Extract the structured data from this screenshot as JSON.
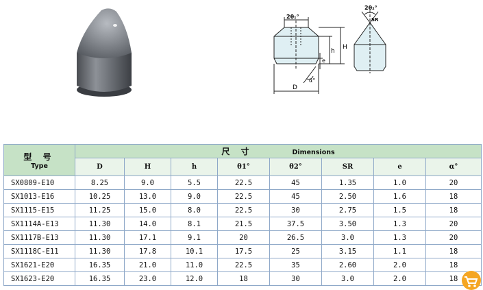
{
  "diagram": {
    "angle_label_1": "2θ₁°",
    "angle_label_2": "2θ₂°",
    "sr_label": "SR",
    "h_upper_label": "H",
    "h_lower_label": "h",
    "e_label": "e",
    "alpha_label": "α°",
    "d_label": "D"
  },
  "table": {
    "type_header_zh": "型 号",
    "type_header_en": "Type",
    "dims_header_zh": "尺 寸",
    "dims_header_en": "Dimensions",
    "columns": [
      "D",
      "H",
      "h",
      "θ1°",
      "θ2°",
      "SR",
      "e",
      "α°"
    ],
    "rows": [
      [
        "SX0809-E10",
        "8.25",
        "9.0",
        "5.5",
        "22.5",
        "45",
        "1.35",
        "1.0",
        "20"
      ],
      [
        "SX1013-E16",
        "10.25",
        "13.0",
        "9.0",
        "22.5",
        "45",
        "2.50",
        "1.6",
        "18"
      ],
      [
        "SX1115-E15",
        "11.25",
        "15.0",
        "8.0",
        "22.5",
        "30",
        "2.75",
        "1.5",
        "18"
      ],
      [
        "SX1114A-E13",
        "11.30",
        "14.0",
        "8.1",
        "21.5",
        "37.5",
        "3.50",
        "1.3",
        "20"
      ],
      [
        "SX1117B-E13",
        "11.30",
        "17.1",
        "9.1",
        "20",
        "26.5",
        "3.0",
        "1.3",
        "20"
      ],
      [
        "SX1118C-E11",
        "11.30",
        "17.8",
        "10.1",
        "17.5",
        "25",
        "3.15",
        "1.1",
        "18"
      ],
      [
        "SX1621-E20",
        "16.35",
        "21.0",
        "11.0",
        "22.5",
        "35",
        "2.60",
        "2.0",
        "18"
      ],
      [
        "SX1623-E20",
        "16.35",
        "23.0",
        "12.0",
        "18",
        "30",
        "3.0",
        "2.0",
        "18"
      ]
    ]
  },
  "colors": {
    "header_bg": "#c6e2c6",
    "subheader_bg": "#eaf4ea",
    "border": "#8ea8c8",
    "cart_orange": "#f5a623"
  },
  "icons": [
    "product-photo",
    "dimension-diagram",
    "shopping-cart-icon"
  ]
}
